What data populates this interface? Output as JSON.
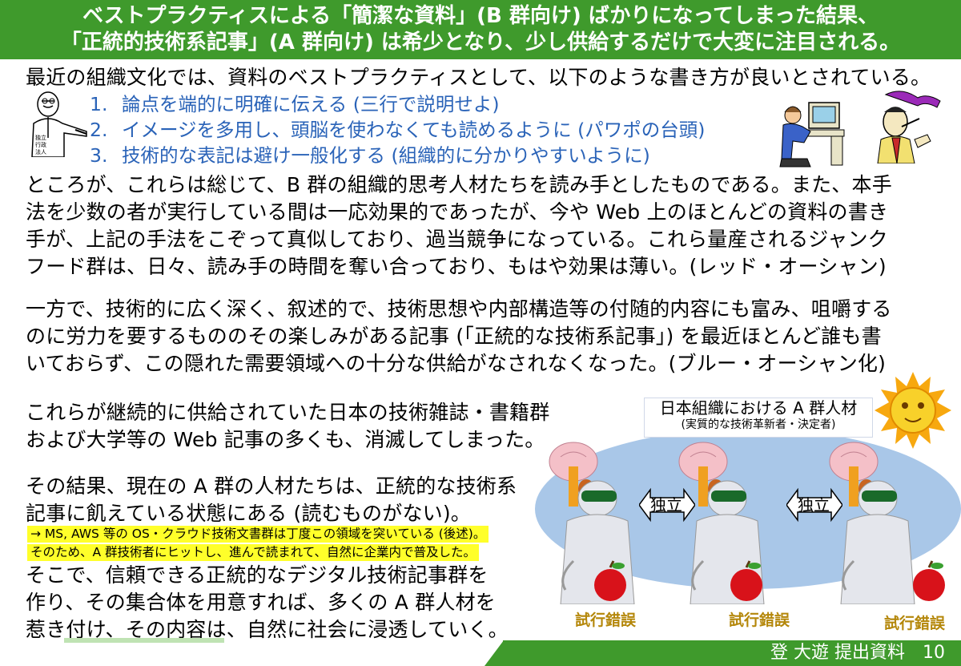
{
  "header": {
    "line1": "ベストプラクティスによる「簡潔な資料」(B 群向け) ばかりになってしまった結果、",
    "line2": "「正統的技術系記事」(A 群向け) は希少となり、少し供給するだけで大変に注目される。"
  },
  "intro": "最近の組織文化では、資料のベストプラクティスとして、以下のような書き方が良いとされている。",
  "list": [
    {
      "num": "1.",
      "text": "論点を端的に明確に伝える (三行で説明せよ)"
    },
    {
      "num": "2.",
      "text": "イメージを多用し、頭脳を使わなくても読めるように (パワポの台頭)"
    },
    {
      "num": "3.",
      "text": "技術的な表記は避け一般化する (組織的に分かりやすいように)"
    }
  ],
  "para1": [
    "ところが、これらは総じて、B 群の組織的思考人材たちを読み手としたものである。また、本手",
    "法を少数の者が実行している間は一応効果的であったが、今や Web 上のほとんどの資料の書き",
    "手が、上記の手法をこぞって真似しており、過当競争になっている。これら量産されるジャンク",
    "フード群は、日々、読み手の時間を奪い合っており、もはや効果は薄い。(レッド・オーシャン)"
  ],
  "para2": [
    "一方で、技術的に広く深く、叙述的で、技術思想や内部構造等の付随的内容にも富み、咀嚼する",
    "のに労力を要するもののその楽しみがある記事 (「正統的な技術系記事」) を最近ほとんど誰も書",
    "いておらず、この隠れた需要領域への十分な供給がなされなくなった。(ブルー・オーシャン化)"
  ],
  "para3": [
    "これらが継続的に供給されていた日本の技術雑誌・書籍群",
    "および大学等の Web 記事の多くも、消滅してしまった。"
  ],
  "para4": [
    "その結果、現在の A 群の人材たちは、正統的な技術系",
    "記事に飢えている状態にある (読むものがない)。"
  ],
  "highlight": [
    "→ MS, AWS 等の OS・クラウド技術文書群は丁度この領域を突いている (後述)。",
    "そのため、A 群技術者にヒットし、進んで読まれて、自然に企業内で普及した。"
  ],
  "para5": [
    "そこで、信頼できる正統的なデジタル技術記事群を",
    "作り、その集合体を用意すれば、多くの A 群人材を",
    "惹き付け、その内容は、自然に社会に浸透していく。"
  ],
  "figure": {
    "title": "日本組織における A 群人材",
    "subtitle": "(実質的な技術革新者・決定者)",
    "independence": "独立",
    "trial": "試行錯誤",
    "agency_label": "独立\n行政\n法人"
  },
  "footer": {
    "text": "登 大遊 提出資料　10"
  },
  "colors": {
    "header_green": "#3f9a2c",
    "list_blue": "#2a63b8",
    "highlight_yellow": "#ffff2a",
    "trial_gold": "#b4870a"
  }
}
